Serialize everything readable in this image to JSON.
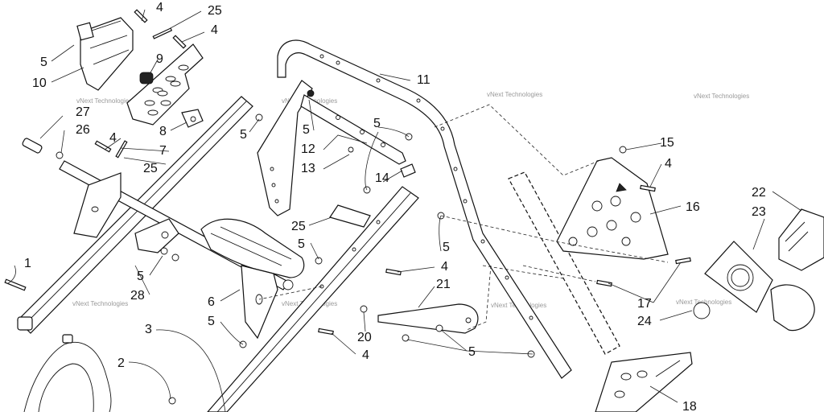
{
  "callouts": {
    "c1": "1",
    "c2": "2",
    "c3": "3",
    "c4a": "4",
    "c4b": "4",
    "c4c": "4",
    "c4d": "4",
    "c4e": "4",
    "c4f": "4",
    "c5a": "5",
    "c5b": "5",
    "c5c": "5",
    "c5d": "5",
    "c5e": "5",
    "c5f": "5",
    "c5g": "5",
    "c5h": "5",
    "c5i": "5",
    "c6": "6",
    "c7": "7",
    "c8": "8",
    "c9": "9",
    "c10": "10",
    "c11": "11",
    "c12": "12",
    "c13": "13",
    "c14": "14",
    "c15": "15",
    "c16": "16",
    "c17": "17",
    "c18": "18",
    "c20": "20",
    "c21": "21",
    "c22": "22",
    "c23": "23",
    "c24": "24",
    "c25a": "25",
    "c25b": "25",
    "c25c": "25",
    "c26": "26",
    "c27": "27",
    "c28": "28"
  },
  "watermark": "vNext Technologies"
}
